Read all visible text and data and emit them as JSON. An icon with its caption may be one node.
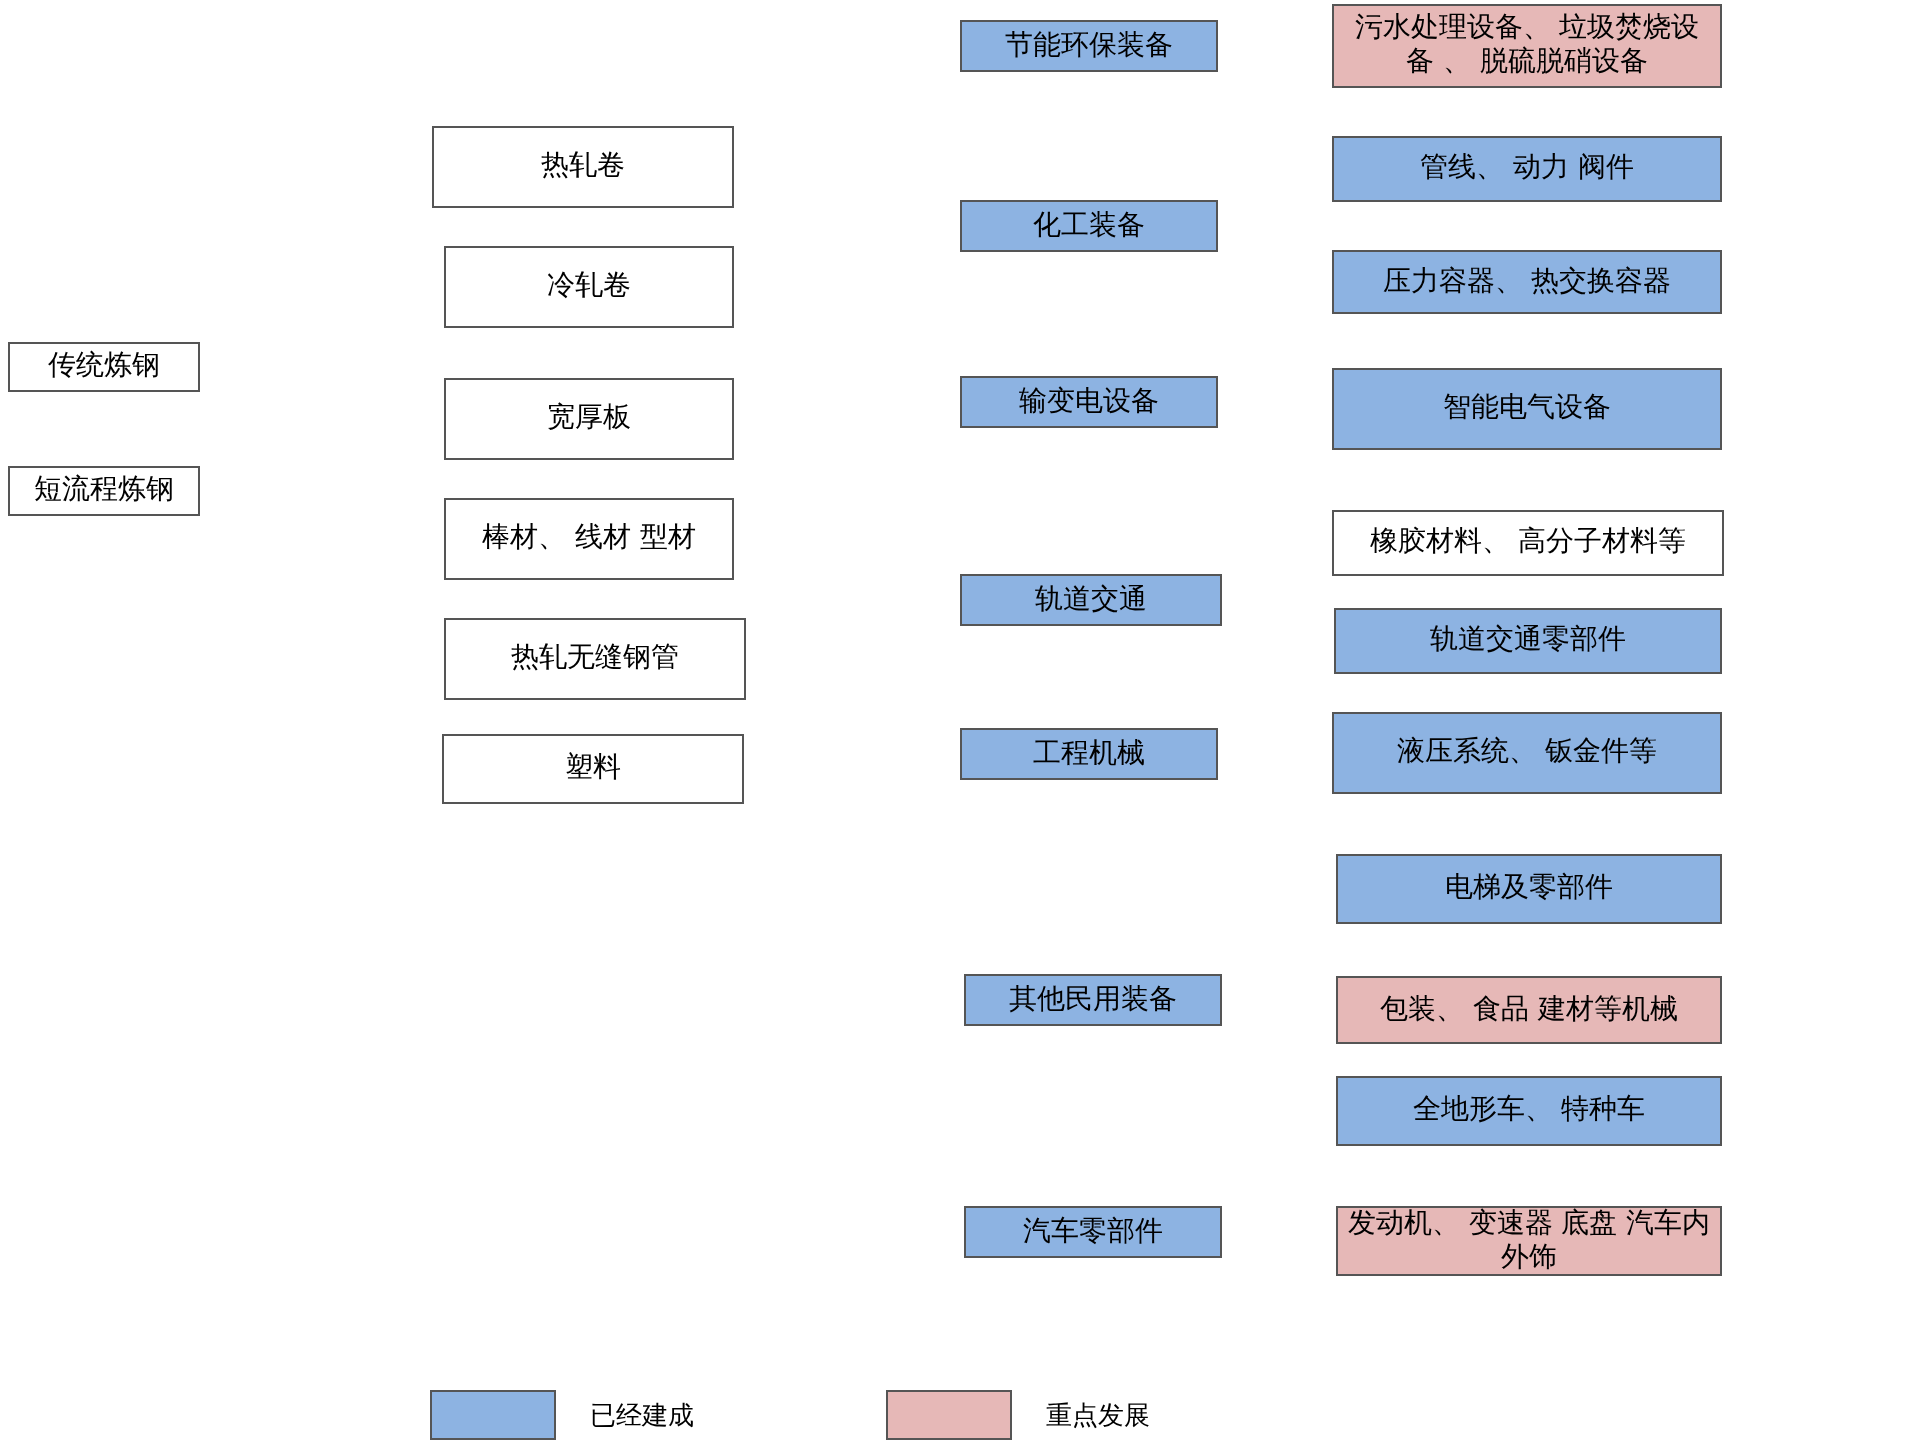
{
  "diagram": {
    "nodes": [
      {
        "text": [
          "传统炼钢"
        ]
      },
      {
        "text": [
          "短流程炼钢"
        ]
      },
      {
        "text": [
          "热轧卷"
        ]
      },
      {
        "text": [
          "冷轧卷"
        ]
      },
      {
        "text": [
          "宽厚板"
        ]
      },
      {
        "text": [
          "棒材、 线材 型材"
        ]
      },
      {
        "text": [
          "热轧无缝钢管"
        ]
      },
      {
        "text": [
          "塑料"
        ]
      },
      {
        "text": [
          "节能环保装备"
        ]
      },
      {
        "text": [
          "化工装备"
        ]
      },
      {
        "text": [
          "输变电设备"
        ]
      },
      {
        "text": [
          "轨道交通"
        ]
      },
      {
        "text": [
          "工程机械"
        ]
      },
      {
        "text": [
          "其他民用装备"
        ]
      },
      {
        "text": [
          "汽车零部件"
        ]
      },
      {
        "text": [
          "污水处理设备、 垃圾焚烧设备 、 脱硫脱硝设备"
        ]
      },
      {
        "text": [
          "管线、 动力 阀件"
        ]
      },
      {
        "text": [
          "压力容器、 热交换容器"
        ]
      },
      {
        "text": [
          "智能电气设备"
        ]
      },
      {
        "text": [
          "橡胶材料、 高分子材料等"
        ]
      },
      {
        "text": [
          "轨道交通零部件"
        ]
      },
      {
        "text": [
          "液压系统、 钣金件等"
        ]
      },
      {
        "text": [
          "电梯及零部件"
        ]
      },
      {
        "text": [
          "包装、 食品 建材等机械"
        ]
      },
      {
        "text": [
          "全地形车、 特种车"
        ]
      },
      {
        "text": [
          "发动机、 变速器 底盘 汽车内外饰"
        ]
      }
    ],
    "edges": [],
    "legend": [
      {
        "text": "已经建成",
        "color": "#8db3e2"
      },
      {
        "text": "重点发展",
        "color": "#e6b8b7"
      }
    ]
  }
}
